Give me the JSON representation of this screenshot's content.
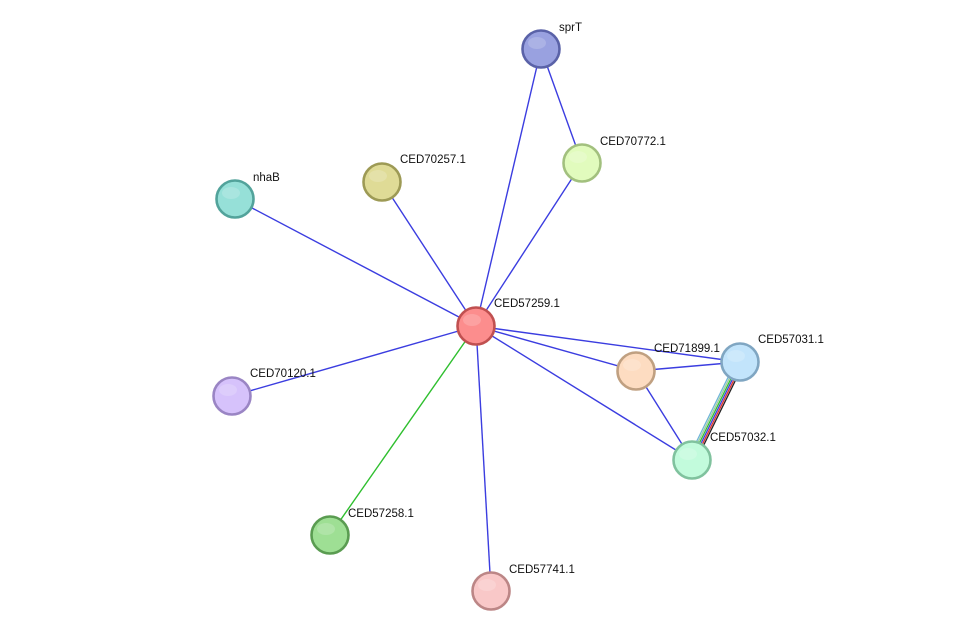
{
  "network": {
    "nodes": [
      {
        "id": "CED57259.1",
        "label": "CED57259.1",
        "fill": "#fc8d8d",
        "stroke": "#c05050"
      },
      {
        "id": "sprT",
        "label": "sprT",
        "fill": "#99a1e0",
        "stroke": "#5a62a8"
      },
      {
        "id": "CED70772.1",
        "label": "CED70772.1",
        "fill": "#e1fbbd",
        "stroke": "#a2c07e"
      },
      {
        "id": "CED70257.1",
        "label": "CED70257.1",
        "fill": "#dfdb96",
        "stroke": "#9d9a55"
      },
      {
        "id": "nhaB",
        "label": "nhaB",
        "fill": "#96e0d8",
        "stroke": "#52a39b"
      },
      {
        "id": "CED70120.1",
        "label": "CED70120.1",
        "fill": "#d6c2fb",
        "stroke": "#9a85c4"
      },
      {
        "id": "CED57258.1",
        "label": "CED57258.1",
        "fill": "#9edf94",
        "stroke": "#5a9c51"
      },
      {
        "id": "CED57741.1",
        "label": "CED57741.1",
        "fill": "#f9c8c8",
        "stroke": "#bc8686"
      },
      {
        "id": "CED71899.1",
        "label": "CED71899.1",
        "fill": "#fddcc1",
        "stroke": "#c0a081"
      },
      {
        "id": "CED57031.1",
        "label": "CED57031.1",
        "fill": "#c2e4fb",
        "stroke": "#80a6c2"
      },
      {
        "id": "CED57032.1",
        "label": "CED57032.1",
        "fill": "#c2fbdc",
        "stroke": "#80c29e"
      }
    ],
    "edges": [
      {
        "source": "CED57259.1",
        "target": "sprT",
        "colors": [
          "#3b3de0"
        ]
      },
      {
        "source": "CED57259.1",
        "target": "CED70772.1",
        "colors": [
          "#3b3de0"
        ]
      },
      {
        "source": "sprT",
        "target": "CED70772.1",
        "colors": [
          "#3b3de0"
        ]
      },
      {
        "source": "CED57259.1",
        "target": "CED70257.1",
        "colors": [
          "#3b3de0"
        ]
      },
      {
        "source": "CED57259.1",
        "target": "nhaB",
        "colors": [
          "#3b3de0"
        ]
      },
      {
        "source": "CED57259.1",
        "target": "CED70120.1",
        "colors": [
          "#3b3de0"
        ]
      },
      {
        "source": "CED57259.1",
        "target": "CED57258.1",
        "colors": [
          "#2fbf2f"
        ]
      },
      {
        "source": "CED57259.1",
        "target": "CED57741.1",
        "colors": [
          "#3b3de0"
        ]
      },
      {
        "source": "CED57259.1",
        "target": "CED71899.1",
        "colors": [
          "#3b3de0"
        ]
      },
      {
        "source": "CED57259.1",
        "target": "CED57031.1",
        "colors": [
          "#3b3de0"
        ]
      },
      {
        "source": "CED57259.1",
        "target": "CED57032.1",
        "colors": [
          "#3b3de0"
        ]
      },
      {
        "source": "CED71899.1",
        "target": "CED57031.1",
        "colors": [
          "#3b3de0"
        ]
      },
      {
        "source": "CED71899.1",
        "target": "CED57032.1",
        "colors": [
          "#3b3de0"
        ]
      },
      {
        "source": "CED57031.1",
        "target": "CED57032.1",
        "colors": [
          "#222222",
          "#e03030",
          "#3b3de0",
          "#2fbf2f",
          "#9dcf9d",
          "#6fb4d8"
        ]
      }
    ]
  }
}
